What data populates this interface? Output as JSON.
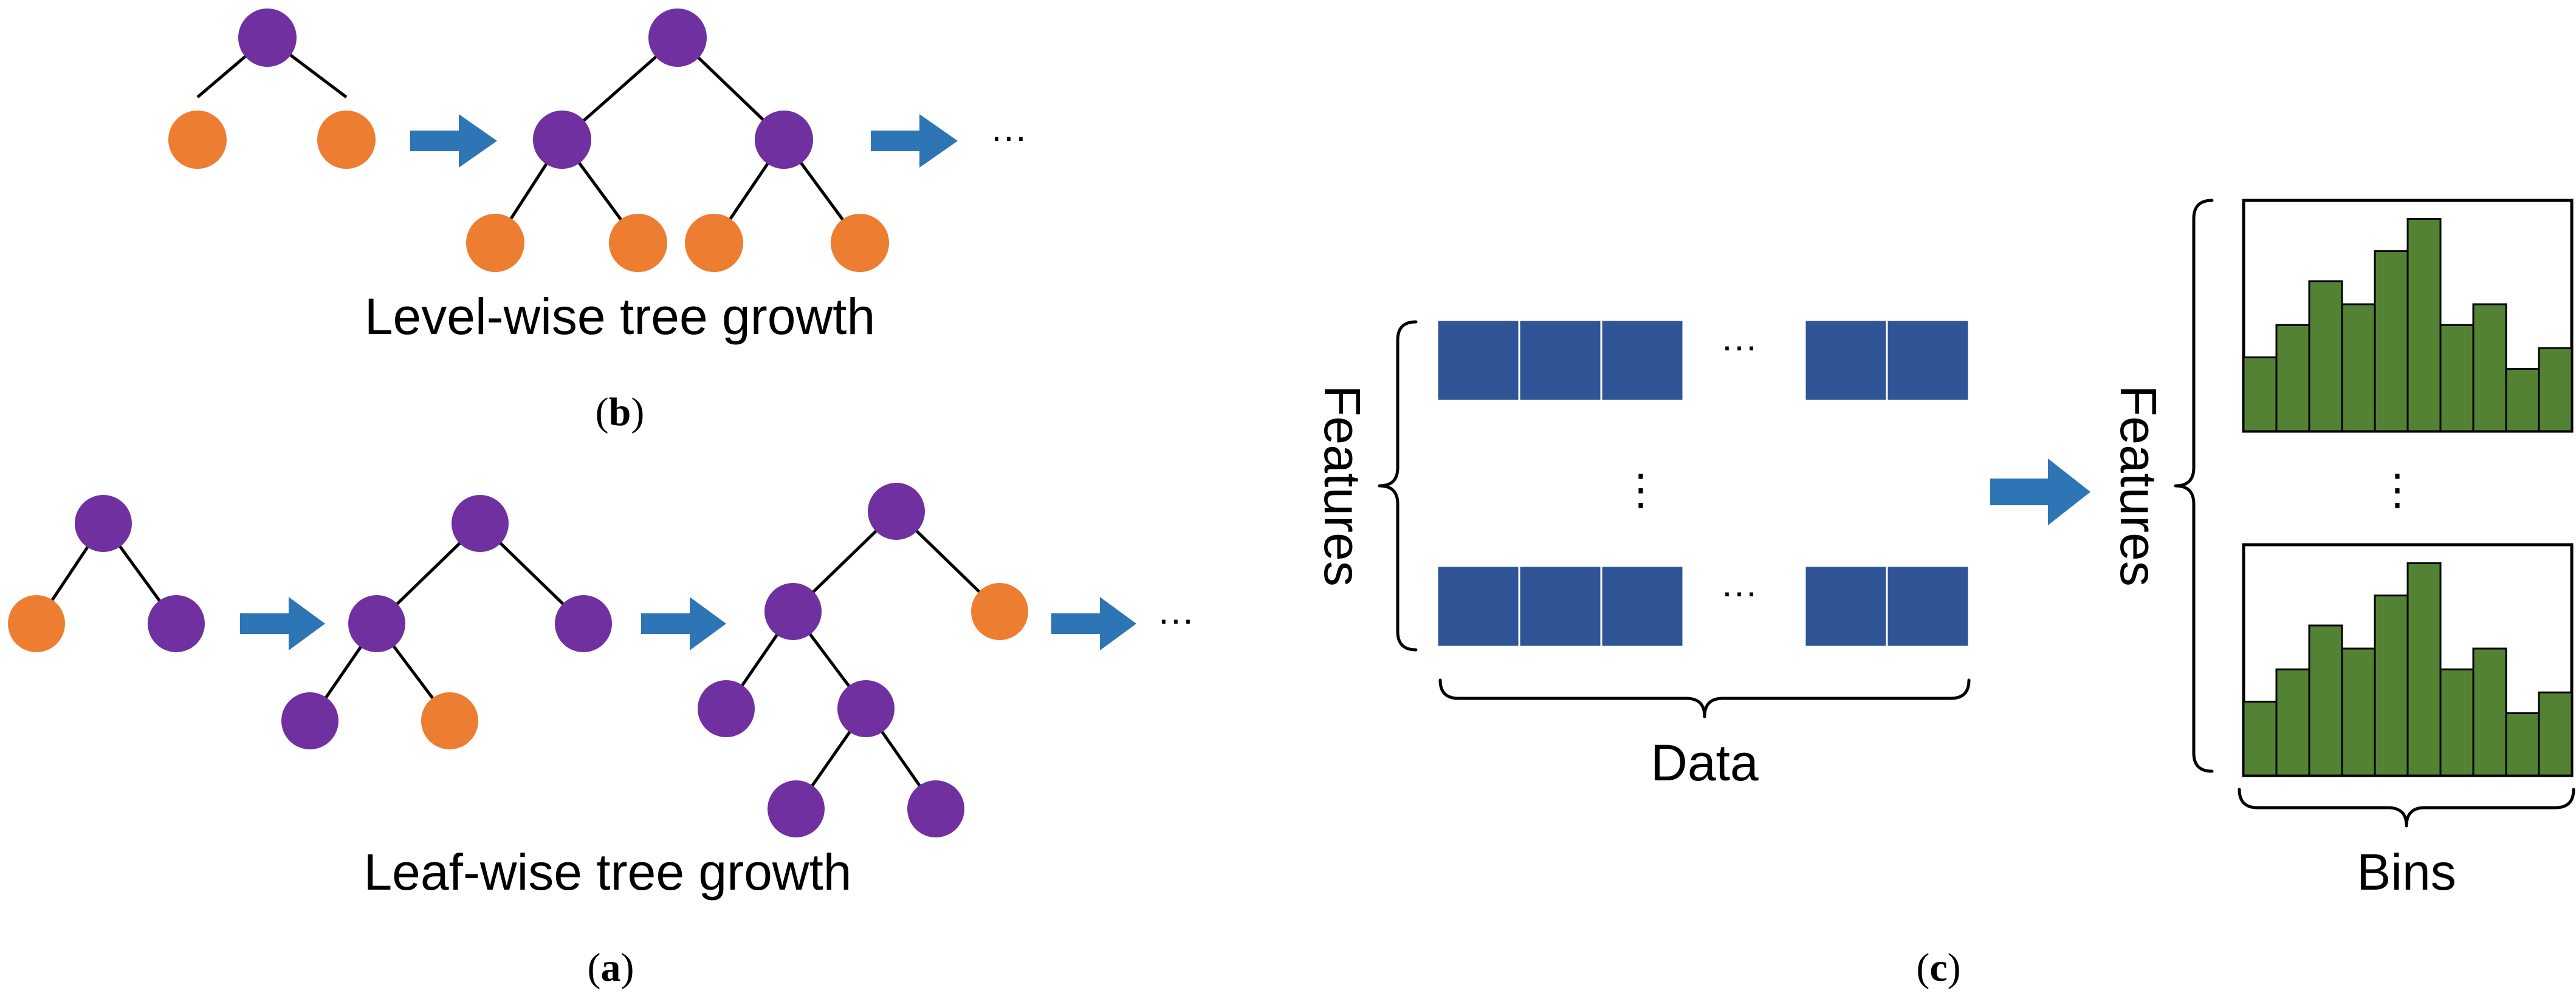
{
  "colors": {
    "internal_node": "#7030a0",
    "leaf_node": "#ed7d31",
    "arrow": "#2e75b6",
    "data_cell": "#2f5597",
    "data_cell_border": "#ffffff",
    "histogram_bar": "#548235",
    "text": "#000000"
  },
  "panel_b": {
    "caption_title": "Level-wise tree growth",
    "panel_letter": "b",
    "ellipsis": "···"
  },
  "panel_a": {
    "caption_title": "Leaf-wise tree growth",
    "panel_letter": "a",
    "ellipsis": "···"
  },
  "panel_c": {
    "panel_letter": "c",
    "data_label": "Data",
    "features_label_left": "Features",
    "features_label_right": "Features",
    "bins_label": "Bins",
    "row_ellipsis": "···",
    "vertical_ellipsis": "⋮",
    "histogram_levels": [
      0.32,
      0.46,
      0.65,
      0.55,
      0.78,
      0.92,
      0.46,
      0.55,
      0.27,
      0.36
    ]
  }
}
